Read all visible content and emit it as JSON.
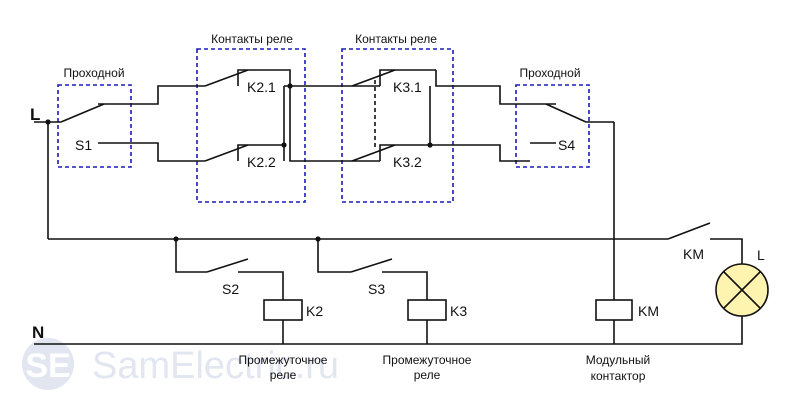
{
  "diagram": {
    "line_L": "L",
    "line_N": "N",
    "boxes": {
      "s1_caption": "Проходной",
      "s4_caption": "Проходной",
      "k2_caption": "Контакты реле",
      "k3_caption": "Контакты реле"
    },
    "contacts": {
      "s1": "S1",
      "s4": "S4",
      "k2_1": "K2.1",
      "k2_2": "K2.2",
      "k3_1": "K3.1",
      "k3_2": "K3.2",
      "km_contact": "KM",
      "s2": "S2",
      "s3": "S3"
    },
    "coils": {
      "k2": "K2",
      "k3": "K3",
      "km": "KM"
    },
    "lamp": "L",
    "captions": {
      "k2_line1": "Промежуточное",
      "k2_line2": "реле",
      "k3_line1": "Промежуточное",
      "k3_line2": "реле",
      "km_line1": "Модульный",
      "km_line2": "контактор"
    },
    "watermark": {
      "logo": "SE",
      "text": "SamElectric.ru"
    },
    "colors": {
      "wire": "#111111",
      "box": "#1a1ab8",
      "lamp_fill": "#fff3b0",
      "watermark": "#c9d2e4"
    }
  }
}
